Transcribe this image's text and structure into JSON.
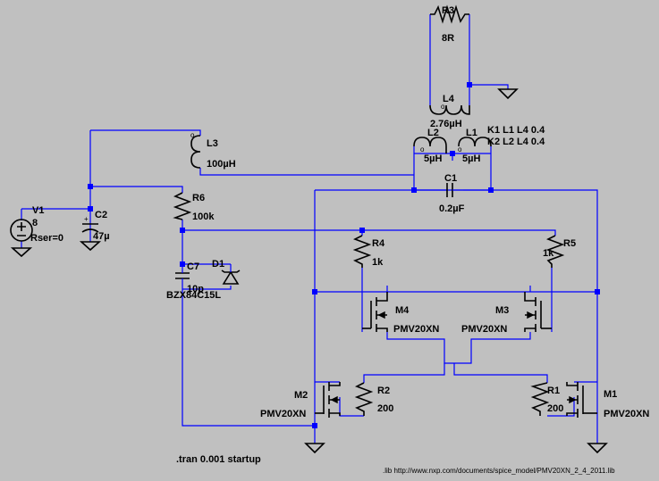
{
  "components": {
    "R3": {
      "name": "R3",
      "value": "8R"
    },
    "L4": {
      "name": "L4",
      "value": "2.76µH"
    },
    "L2": {
      "name": "L2",
      "value": "5µH"
    },
    "L1": {
      "name": "L1",
      "value": "5µH"
    },
    "L3": {
      "name": "L3",
      "value": "100µH"
    },
    "R6": {
      "name": "R6",
      "value": "100k"
    },
    "V1": {
      "name": "V1",
      "value": "8",
      "extra": "Rser=0"
    },
    "C2": {
      "name": "C2",
      "value": "47µ"
    },
    "C1": {
      "name": "C1",
      "value": "0.2µF"
    },
    "C7": {
      "name": "C7",
      "value": "10p"
    },
    "D1": {
      "name": "D1",
      "value": "BZX84C15L"
    },
    "R4": {
      "name": "R4",
      "value": "1k"
    },
    "R5": {
      "name": "R5",
      "value": "1k"
    },
    "M4": {
      "name": "M4",
      "value": "PMV20XN"
    },
    "M3": {
      "name": "M3",
      "value": "PMV20XN"
    },
    "M2": {
      "name": "M2",
      "value": "PMV20XN"
    },
    "M1": {
      "name": "M1",
      "value": "PMV20XN"
    },
    "R2": {
      "name": "R2",
      "value": "200"
    },
    "R1": {
      "name": "R1",
      "value": "200"
    }
  },
  "directives": {
    "k1": "K1 L1 L4 0.4",
    "k2": "K2 L2 L4 0.4",
    "tran": ".tran 0.001 startup",
    "lib": ".lib http://www.nxp.com/documents/spice_model/PMV20XN_2_4_2011.lib"
  },
  "colors": {
    "background": "#c0c0c0",
    "wire": "#0000ff",
    "component": "#000000"
  }
}
